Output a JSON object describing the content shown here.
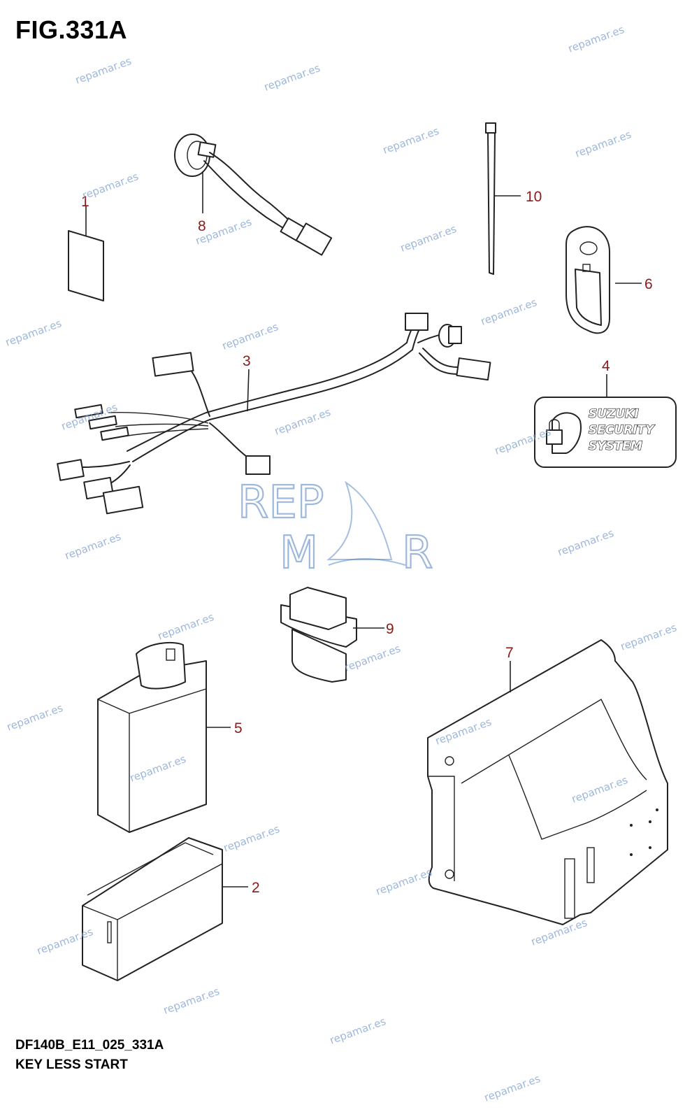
{
  "figure": {
    "title": "FIG.331A",
    "code": "DF140B_E11_025_331A",
    "caption": "KEY LESS START"
  },
  "callouts": [
    "1",
    "2",
    "3",
    "4",
    "5",
    "6",
    "7",
    "8",
    "9",
    "10"
  ],
  "security_label": {
    "line1": "SUZUKI",
    "line2": "SECURITY",
    "line3": "SYSTEM"
  },
  "watermark": {
    "text": "repamar.es",
    "logo_line1": "REP",
    "logo_line2": "M",
    "logo_line3": "R"
  },
  "colors": {
    "callout": "#8b1a1a",
    "line_art": "#222222",
    "watermark": "#7d9fcf"
  }
}
